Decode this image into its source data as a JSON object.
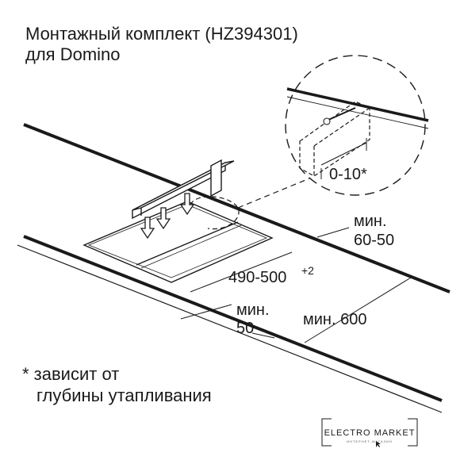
{
  "title": {
    "line1": "Монтажный комплект (HZ394301)",
    "line2": "для Domino"
  },
  "labels": {
    "gap": "0-10*",
    "min_thickness_prefix": "мин.",
    "min_thickness_value": "60-50",
    "cutout_width": "490-500",
    "cutout_width_tolerance": "+2",
    "min_edge_prefix": "мин.",
    "min_edge_value": "50",
    "min_depth": "мин. 600"
  },
  "footnote": {
    "line1": "* зависит от",
    "line2": "глубины утапливания"
  },
  "logo": {
    "name": "ELECTRO MARKET",
    "tagline": "ИНТЕРНЕТ-МАГАЗИН"
  }
}
